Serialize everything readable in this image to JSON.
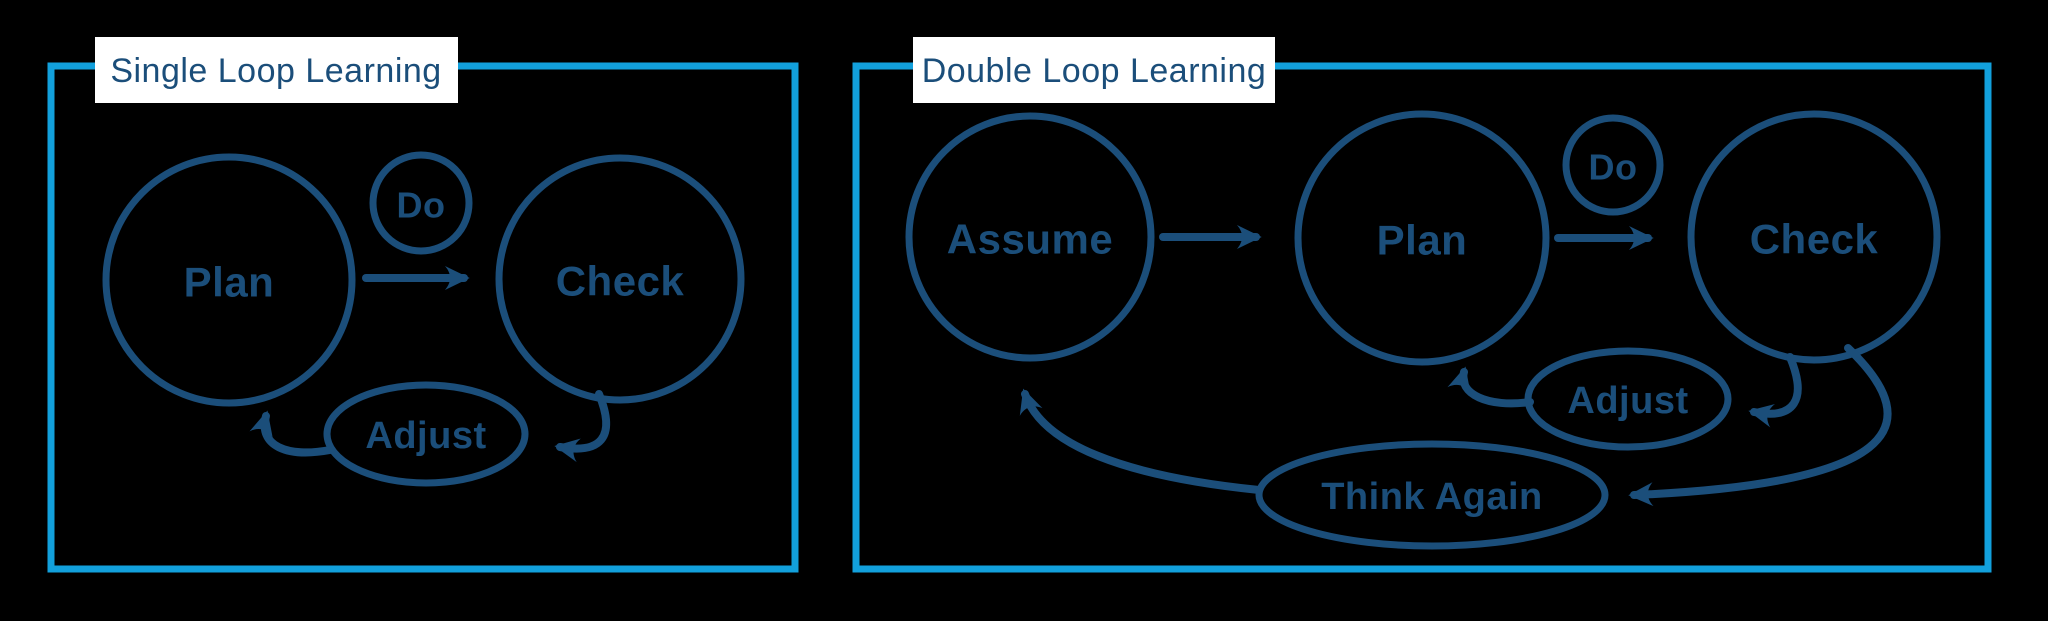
{
  "colors": {
    "navy": "#1B4E7A",
    "cyan_border": "#12A0DC",
    "label_background": "#FFFFFF",
    "canvas_background": "#000000"
  },
  "panels": {
    "single": {
      "title": "Single Loop Learning",
      "nodes": {
        "plan": "Plan",
        "do": "Do",
        "check": "Check",
        "adjust": "Adjust"
      }
    },
    "double": {
      "title": "Double Loop Learning",
      "nodes": {
        "assume": "Assume",
        "plan": "Plan",
        "do": "Do",
        "check": "Check",
        "adjust": "Adjust",
        "think_again": "Think Again"
      }
    }
  }
}
